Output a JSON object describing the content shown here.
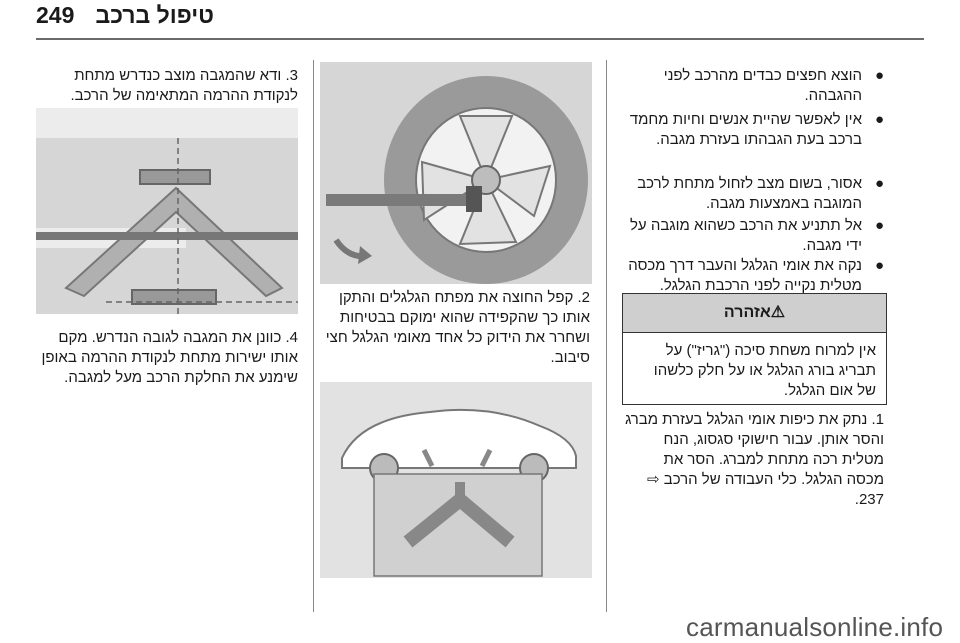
{
  "header": {
    "page_number": "249",
    "title": "טיפול ברכב"
  },
  "col_right": {
    "bullets": [
      "הוצא חפצים כבדים מהרכב לפני ההגבהה.",
      "אין לאפשר שהיית אנשים וחיות מחמד ברכב בעת הגבהתו בעזרת מגבה.",
      "אסור, בשום מצב לזחול מתחת לרכב המוגבה באמצעות מגבה.",
      "אל תתניע את הרכב כשהוא מוגבה על ידי מגבה.",
      "נקה את אומי הגלגל והעבר דרך מכסה מטלית נקייה לפני הרכבת הגלגל."
    ],
    "warning": {
      "title": "אזהרה",
      "text": "אין למרוח משחת סיכה (\"גריז\") על תבריג בורג הגלגל או על חלק כלשהו של אום הגלגל."
    },
    "step1": "1. נתק את כיפות אומי הגלגל בעזרת מברג והסר אותן. עבור חישוקי סגסוג, הנח מטלית רכה מתחת למברג. הסר את מכסה הגלגל. כלי העבודה של הרכב ⇨ 237."
  },
  "col_middle": {
    "step2": "2. קפל החוצה את מפתח הגלגלים והתקן אותו כך שהקפידה שהוא ימוקם בבטיחות ושחרר את הידוק כל אחד מאומי הגלגל חצי סיבוב."
  },
  "col_left": {
    "step3": "3. ודא שהמגבה מוצב כנדרש מתחת לנקודת ההרמה המתאימה של הרכב.",
    "step4": "4. כוונן את המגבה לגובה הנדרש. מקם אותו ישירות מתחת לנקודת ההרמה באופן שימנע את החלקת הרכב מעל למגבה."
  },
  "watermark": "carmanualsonline.info",
  "colors": {
    "accent": "#cfcfcf",
    "illustration_bg": "#d6d6d6"
  }
}
